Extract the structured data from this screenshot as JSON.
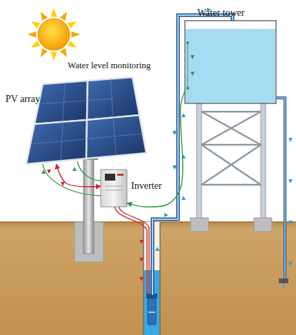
{
  "diagram": {
    "nodes": [
      {
        "text": [
          "Water tower"
        ]
      },
      {
        "text": [
          "PV array"
        ]
      },
      {
        "text": [
          "Inverter"
        ]
      }
    ],
    "edges": [
      {
        "from": 1,
        "to": 2,
        "arrow": "both"
      },
      {
        "from": 0,
        "to": 2,
        "arrow": "to"
      }
    ],
    "labels": [
      "Water level monitoring"
    ]
  }
}
